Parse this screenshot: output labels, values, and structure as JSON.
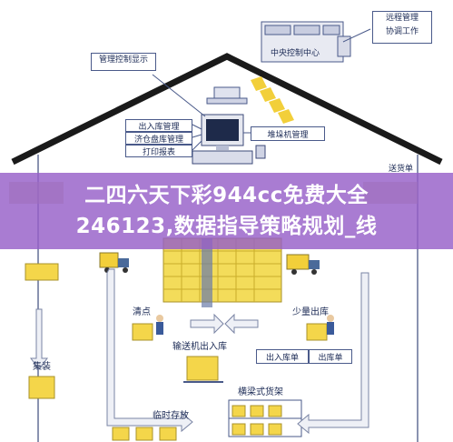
{
  "diagram": {
    "labels": {
      "remote_mgmt_line1": "远程管理",
      "remote_mgmt_line2": "协调工作",
      "central_control": "中央控制中心",
      "mgmt_display": "管理控制显示",
      "inbound_outbound_mgmt": "出入库管理",
      "inventory_mgmt": "济仓盘库管理",
      "print_report": "打印报表",
      "stacker_mgmt": "堆垛机管理",
      "shipping_truck": "送货单",
      "sorting": "清点",
      "small_outbound": "少量出库",
      "conveyor_io": "输送机出入库",
      "io_slip": "出入库单",
      "outbound_slip": "出库单",
      "packing": "集装",
      "temp_storage": "临时存放",
      "beam_shelf": "横梁式货架"
    }
  },
  "banner": {
    "line1": "二四六天下彩944cc免费大全",
    "line2": "246123,数据指导策略规划_线"
  }
}
